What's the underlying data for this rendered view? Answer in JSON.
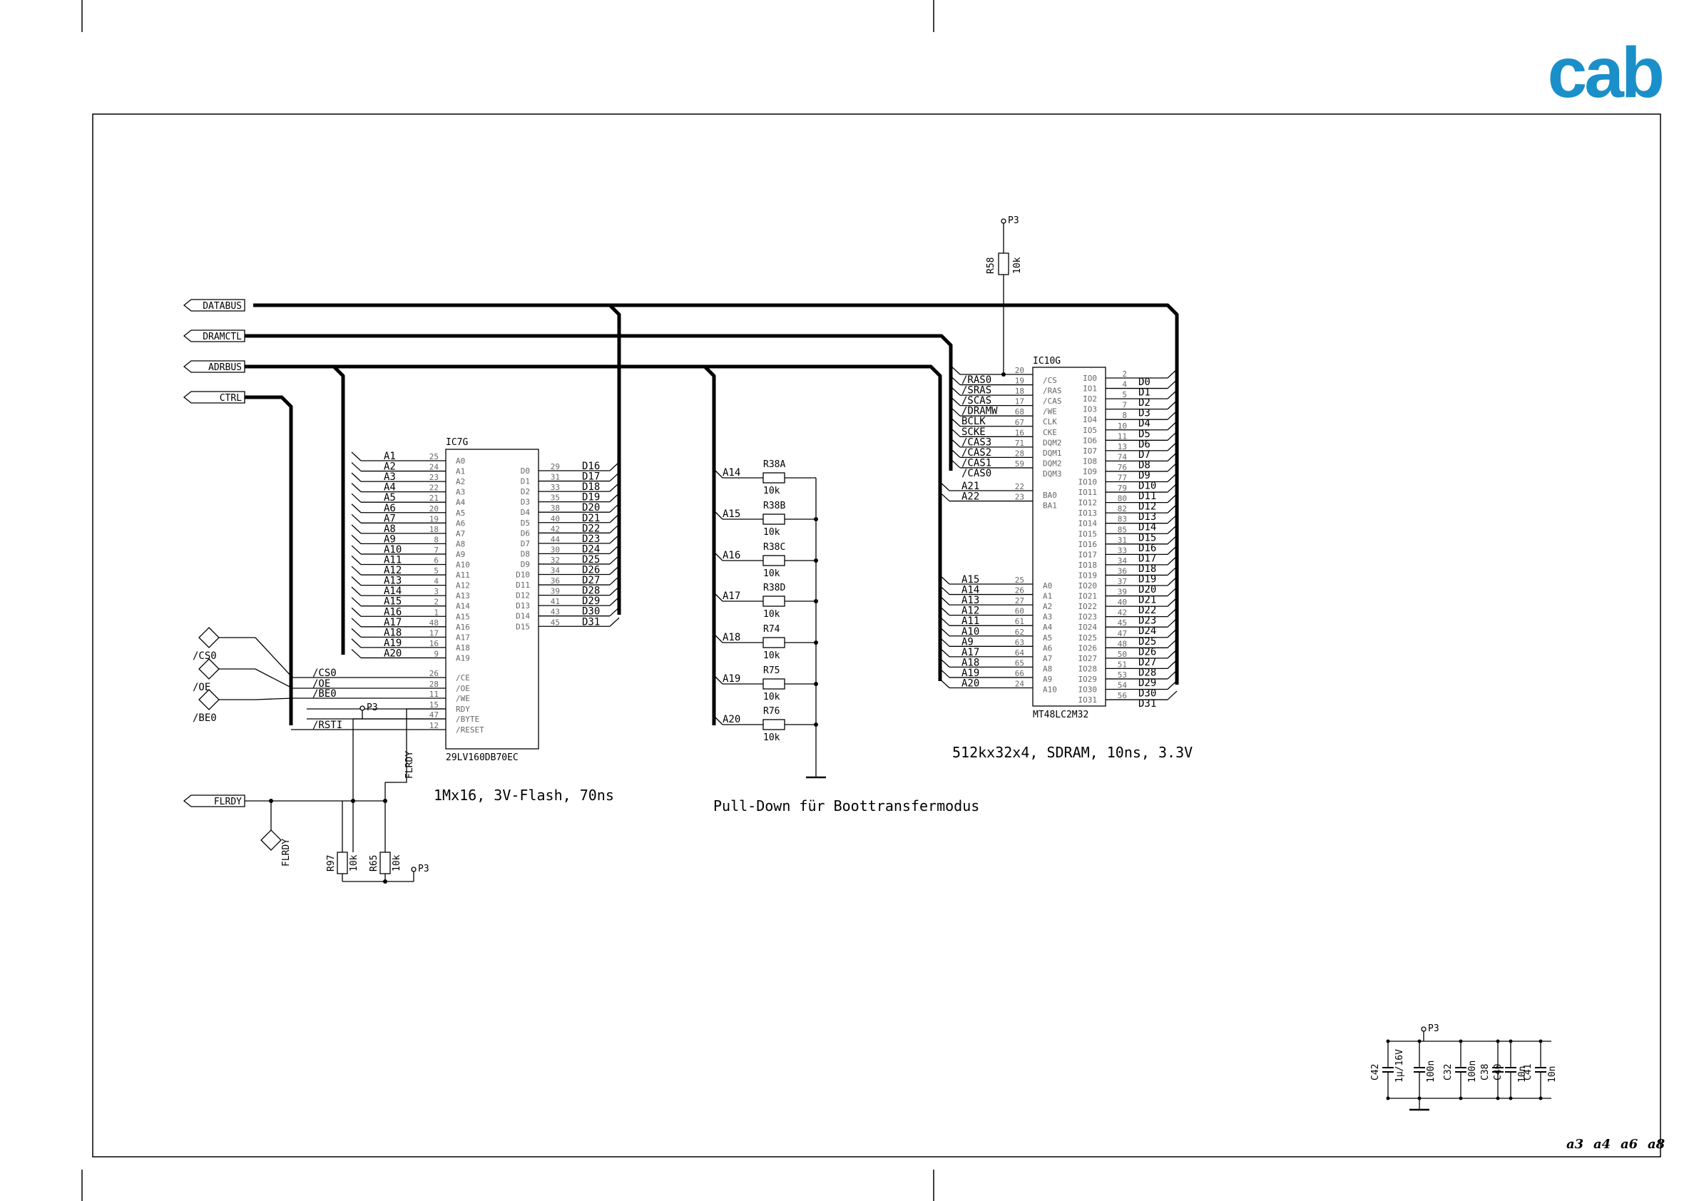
{
  "logo": {
    "text": "cab",
    "color": "#1a8fc9"
  },
  "ports": [
    "DATABUS",
    "DRAMCTL",
    "ADRBUS",
    "CTRL",
    "FLRDY"
  ],
  "ctrl_diamonds": [
    "/CS0",
    "/OE",
    "/BE0"
  ],
  "flrdy_net": "FLRDY",
  "power": "P3",
  "flash": {
    "ref": "IC7G",
    "part": "29LV160DB70EC",
    "description": "1Mx16, 3V-Flash, 70ns",
    "addr_nets": [
      "A1",
      "A2",
      "A3",
      "A4",
      "A5",
      "A6",
      "A7",
      "A8",
      "A9",
      "A10",
      "A11",
      "A12",
      "A13",
      "A14",
      "A15",
      "A16",
      "A17",
      "A18",
      "A19",
      "A20"
    ],
    "addr_pins": [
      "25",
      "24",
      "23",
      "22",
      "21",
      "20",
      "19",
      "18",
      "8",
      "7",
      "6",
      "5",
      "4",
      "3",
      "2",
      "1",
      "48",
      "17",
      "16",
      "9"
    ],
    "addr_inner": [
      "A0",
      "A1",
      "A2",
      "A3",
      "A4",
      "A5",
      "A6",
      "A7",
      "A8",
      "A9",
      "A10",
      "A11",
      "A12",
      "A13",
      "A14",
      "A15",
      "A16",
      "A17",
      "A18",
      "A19"
    ],
    "data_inner": [
      "D0",
      "D1",
      "D2",
      "D3",
      "D4",
      "D5",
      "D6",
      "D7",
      "D8",
      "D9",
      "D10",
      "D11",
      "D12",
      "D13",
      "D14",
      "D15"
    ],
    "data_pins": [
      "29",
      "31",
      "33",
      "35",
      "38",
      "40",
      "42",
      "44",
      "30",
      "32",
      "34",
      "36",
      "39",
      "41",
      "43",
      "45"
    ],
    "data_nets": [
      "D16",
      "D17",
      "D18",
      "D19",
      "D20",
      "D21",
      "D22",
      "D23",
      "D24",
      "D25",
      "D26",
      "D27",
      "D28",
      "D29",
      "D30",
      "D31"
    ],
    "ctrl_nets": [
      "/CS0",
      "/OE",
      "/BE0",
      "",
      "",
      "/RSTI"
    ],
    "ctrl_pins": [
      "26",
      "28",
      "11",
      "15",
      "47",
      "12"
    ],
    "ctrl_inner": [
      "/CE",
      "/OE",
      "/WE",
      "RDY",
      "/BYTE",
      "/RESET"
    ]
  },
  "pulldown": {
    "description": "Pull-Down für Boottransfermodus",
    "nets": [
      "A14",
      "A15",
      "A16",
      "A17",
      "A18",
      "A19",
      "A20"
    ],
    "refs": [
      "R38A",
      "R38B",
      "R38C",
      "R38D",
      "R74",
      "R75",
      "R76"
    ],
    "value": "10k"
  },
  "sdram": {
    "ref": "IC10G",
    "part": "MT48LC2M32",
    "description": "512kx32x4, SDRAM, 10ns, 3.3V",
    "ctrl_nets": [
      "/RAS0",
      "/SRAS",
      "/SCAS",
      "/DRAMW",
      "BCLK",
      "SCKE",
      "/CAS3",
      "/CAS2",
      "/CAS1",
      "/CAS0"
    ],
    "ctrl_pins": [
      "20",
      "19",
      "18",
      "17",
      "68",
      "67",
      "16",
      "71",
      "28",
      "59"
    ],
    "ctrl_inner": [
      "/CS",
      "/RAS",
      "/CAS",
      "/WE",
      "CLK",
      "CKE",
      "DQM2",
      "DQM1",
      "DQM2",
      "DQM3"
    ],
    "bank_nets": [
      "A21",
      "A22"
    ],
    "bank_pins": [
      "22",
      "23"
    ],
    "bank_inner": [
      "BA0",
      "BA1"
    ],
    "addr_nets": [
      "A15",
      "A14",
      "A13",
      "A12",
      "A11",
      "A10",
      "A9",
      "A17",
      "A18",
      "A19",
      "A20"
    ],
    "addr_pins": [
      "25",
      "26",
      "27",
      "60",
      "61",
      "62",
      "63",
      "64",
      "65",
      "66",
      "24"
    ],
    "addr_inner": [
      "A0",
      "A1",
      "A2",
      "A3",
      "A4",
      "A5",
      "A6",
      "A7",
      "A8",
      "A9",
      "A10"
    ],
    "io_inner": [
      "IO0",
      "IO1",
      "IO2",
      "IO3",
      "IO4",
      "IO5",
      "IO6",
      "IO7",
      "IO8",
      "IO9",
      "IO10",
      "IO11",
      "IO12",
      "IO13",
      "IO14",
      "IO15",
      "IO16",
      "IO17",
      "IO18",
      "IO19",
      "IO20",
      "IO21",
      "IO22",
      "IO23",
      "IO24",
      "IO25",
      "IO26",
      "IO27",
      "IO28",
      "IO29",
      "IO30",
      "IO31"
    ],
    "io_pins": [
      "2",
      "4",
      "5",
      "7",
      "8",
      "10",
      "11",
      "13",
      "74",
      "76",
      "77",
      "79",
      "80",
      "82",
      "83",
      "85",
      "31",
      "33",
      "34",
      "36",
      "37",
      "39",
      "40",
      "42",
      "45",
      "47",
      "48",
      "50",
      "51",
      "53",
      "54",
      "56"
    ],
    "io_nets": [
      "D0",
      "D1",
      "D2",
      "D3",
      "D4",
      "D5",
      "D6",
      "D7",
      "D8",
      "D9",
      "D10",
      "D11",
      "D12",
      "D13",
      "D14",
      "D15",
      "D16",
      "D17",
      "D18",
      "D19",
      "D20",
      "D21",
      "D22",
      "D23",
      "D24",
      "D25",
      "D26",
      "D27",
      "D28",
      "D29",
      "D30",
      "D31"
    ]
  },
  "r58": {
    "ref": "R58",
    "value": "10k"
  },
  "r97": {
    "ref": "R97",
    "value": "10k"
  },
  "r65": {
    "ref": "R65",
    "value": "10k"
  },
  "decoupling": {
    "caps": [
      {
        "ref": "C42",
        "value": "1µ/16V"
      },
      {
        "ref": "",
        "value": "100n"
      },
      {
        "ref": "C32",
        "value": "100n"
      },
      {
        "ref": "C38",
        "value": ""
      },
      {
        "ref": "C40",
        "value": "10n"
      },
      {
        "ref": "C41",
        "value": "10n"
      }
    ]
  },
  "models": [
    "a3",
    "a4",
    "a6",
    "a8"
  ]
}
